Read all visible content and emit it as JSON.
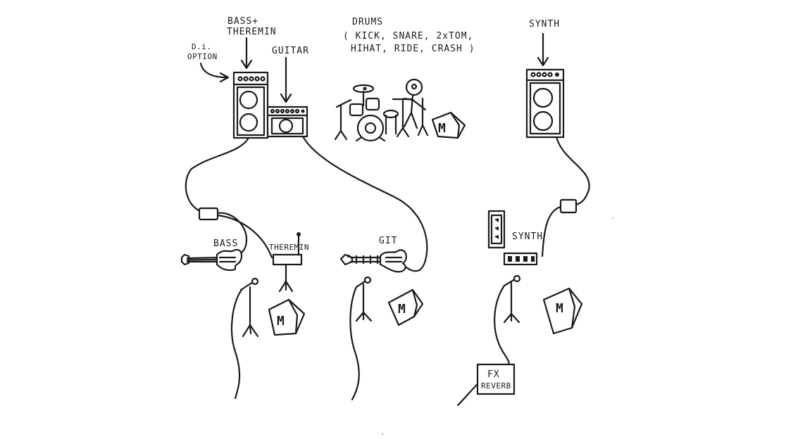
{
  "labels": {
    "bass_theremin_line1": "BASS+",
    "bass_theremin_line2": "THEREMIN",
    "di_line1": "D.i.",
    "di_line2": "OPTION",
    "guitar": "GUITAR",
    "drums_title": "DRUMS",
    "drums_line1": "( KICK, SNARE, 2xTOM,",
    "drums_line2": "HIHAT, RIDE, CRASH )",
    "synth_amp": "SYNTH",
    "bass": "BASS",
    "theremin": "THEREMIN",
    "git": "GIT",
    "synth": "SYNTH",
    "fx_line1": "FX",
    "fx_line2": "REVERB",
    "monitor": "M"
  },
  "colors": {
    "ink": "#1a1a1a",
    "paper": "#ffffff"
  },
  "icons": [
    "amplifier-icon",
    "drum-kit-icon",
    "monitor-wedge-icon",
    "microphone-stand-icon",
    "bass-guitar-icon",
    "electric-guitar-icon",
    "theremin-icon",
    "synth-keyboard-icon",
    "di-box-icon",
    "fx-pedal-icon"
  ]
}
